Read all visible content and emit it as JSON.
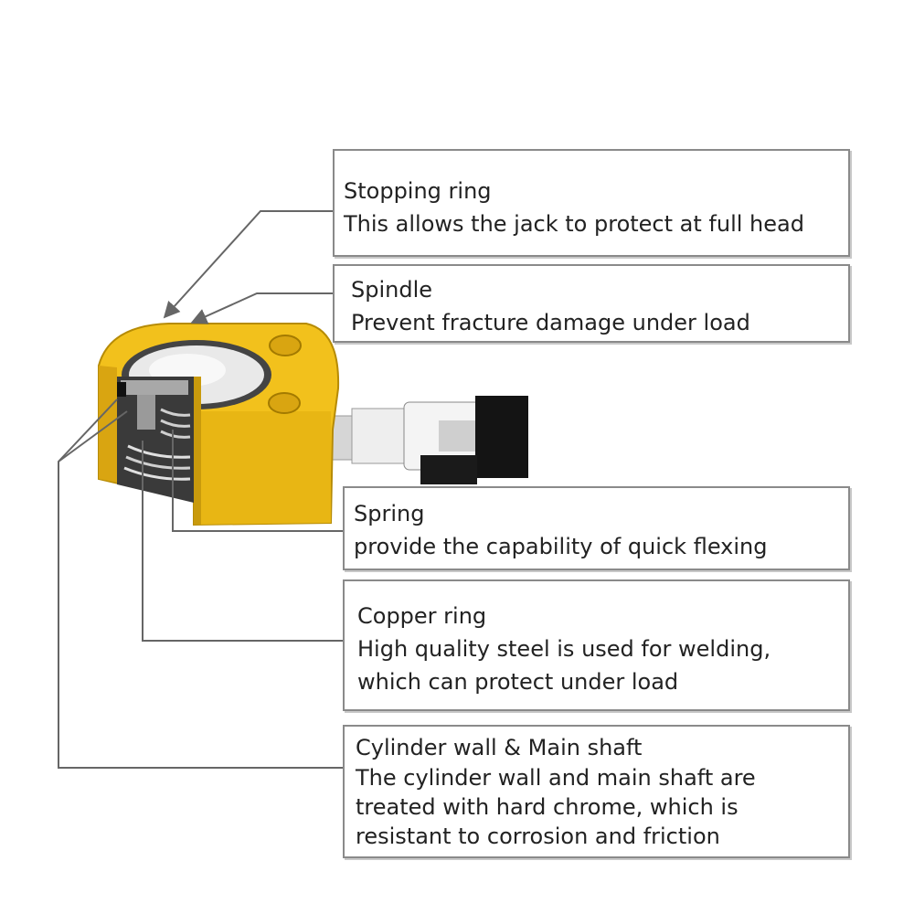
{
  "callouts": [
    {
      "title": "Stopping ring",
      "desc": [
        "This allows the jack to protect at full head"
      ]
    },
    {
      "title": "Spindle",
      "desc": [
        " Prevent fracture damage under load"
      ]
    },
    {
      "title": "Spring",
      "desc": [
        "provide the capability of quick flexing"
      ]
    },
    {
      "title": "Copper ring",
      "desc": [
        "High quality steel is used for welding,",
        "which can protect under load"
      ]
    },
    {
      "title": "Cylinder wall & Main shaft",
      "desc": [
        "The cylinder wall and main shaft are",
        "treated with hard chrome, which is",
        "resistant to corrosion and friction"
      ]
    }
  ],
  "colors": {
    "body": "#f2c11c",
    "body_shade": "#c99a0c",
    "leader": "#666666",
    "border": "#8a8a8a"
  }
}
